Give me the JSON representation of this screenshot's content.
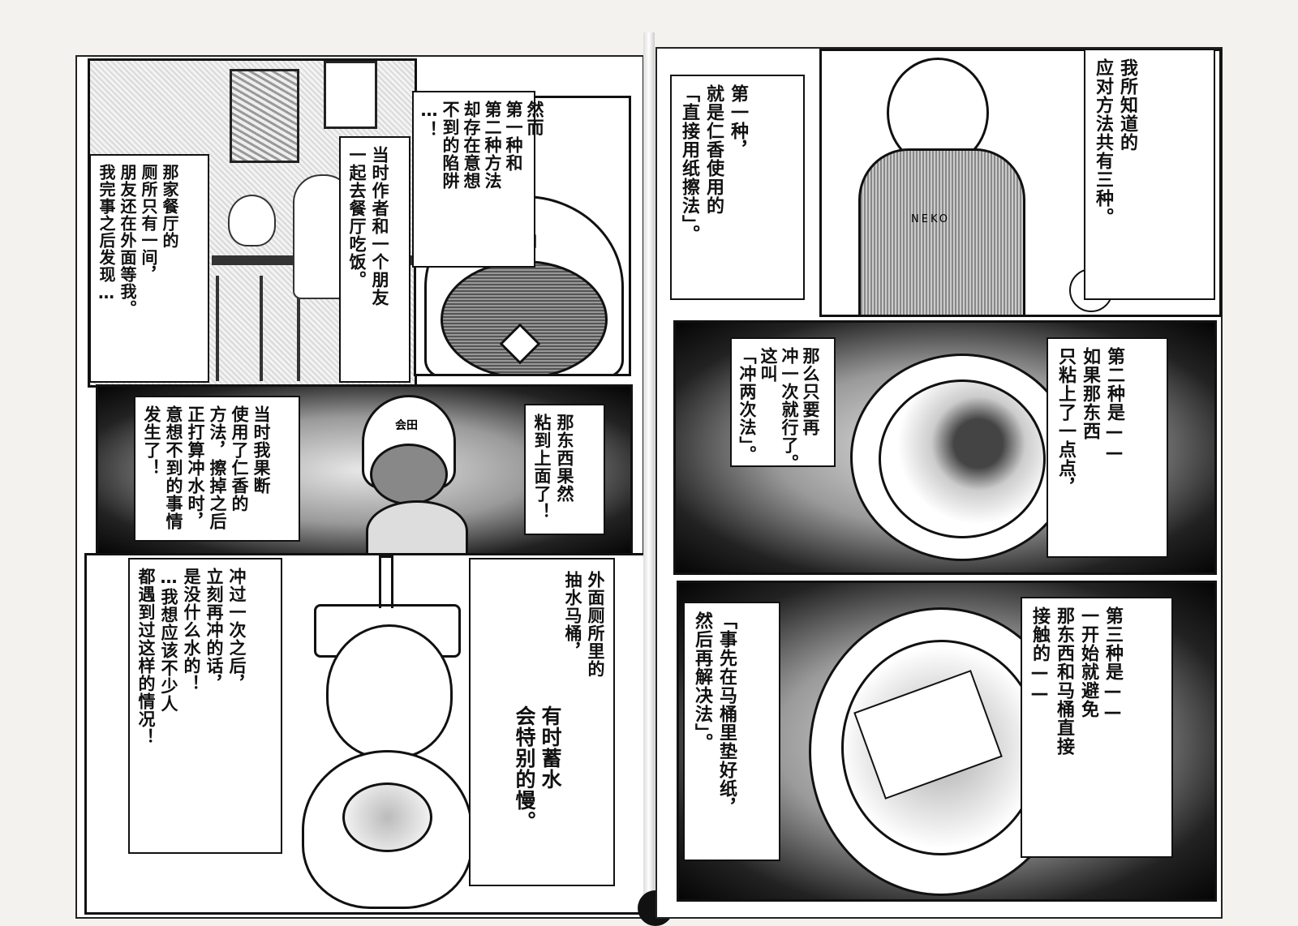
{
  "left_page": {
    "p1_narration": "那家餐厅的\n厕所只有一间，\n朋友还在外面等我。\n我完事之后发现…",
    "p1_caption": "当时作者和一个朋友\n一起去餐厅吃饭。",
    "p2_caption": "然而\n第一种和\n第二种方法\n却存在意想\n不到的陷阱\n…！",
    "hat_text": "会田",
    "p3_right": "那东西果然\n粘到上面了！",
    "p3_left": "当时我果断\n使用了仁香的\n方法，擦掉之后\n正打算冲水时，\n意想不到的事情\n发生了！",
    "p4_left": "冲过一次之后，\n立刻再冲的话，\n是没什么水的！\n…我想应该不少人\n都遇到过这样的情况！",
    "p4_right_a": "外面厕所里的\n抽水马桶，",
    "p4_right_b": "有时蓄水\n会特别的慢。"
  },
  "right_page": {
    "top_right": "我所知道的\n应对方法共有三种。",
    "top_left": "第一种，\n就是仁香使用的\n「直接用纸擦法」。",
    "shirt_text": "NEKO",
    "mid_right": "第二种是——\n如果那东西\n只粘上了一点点，",
    "mid_left": "那么只要再\n冲一次就行了。\n这叫\n「冲两次法」。",
    "bot_right": "第三种是——\n一开始就避免\n那东西和马桶直接\n接触的——",
    "bot_left": "「事先在马桶里垫好纸，\n然后再解决法」。"
  }
}
